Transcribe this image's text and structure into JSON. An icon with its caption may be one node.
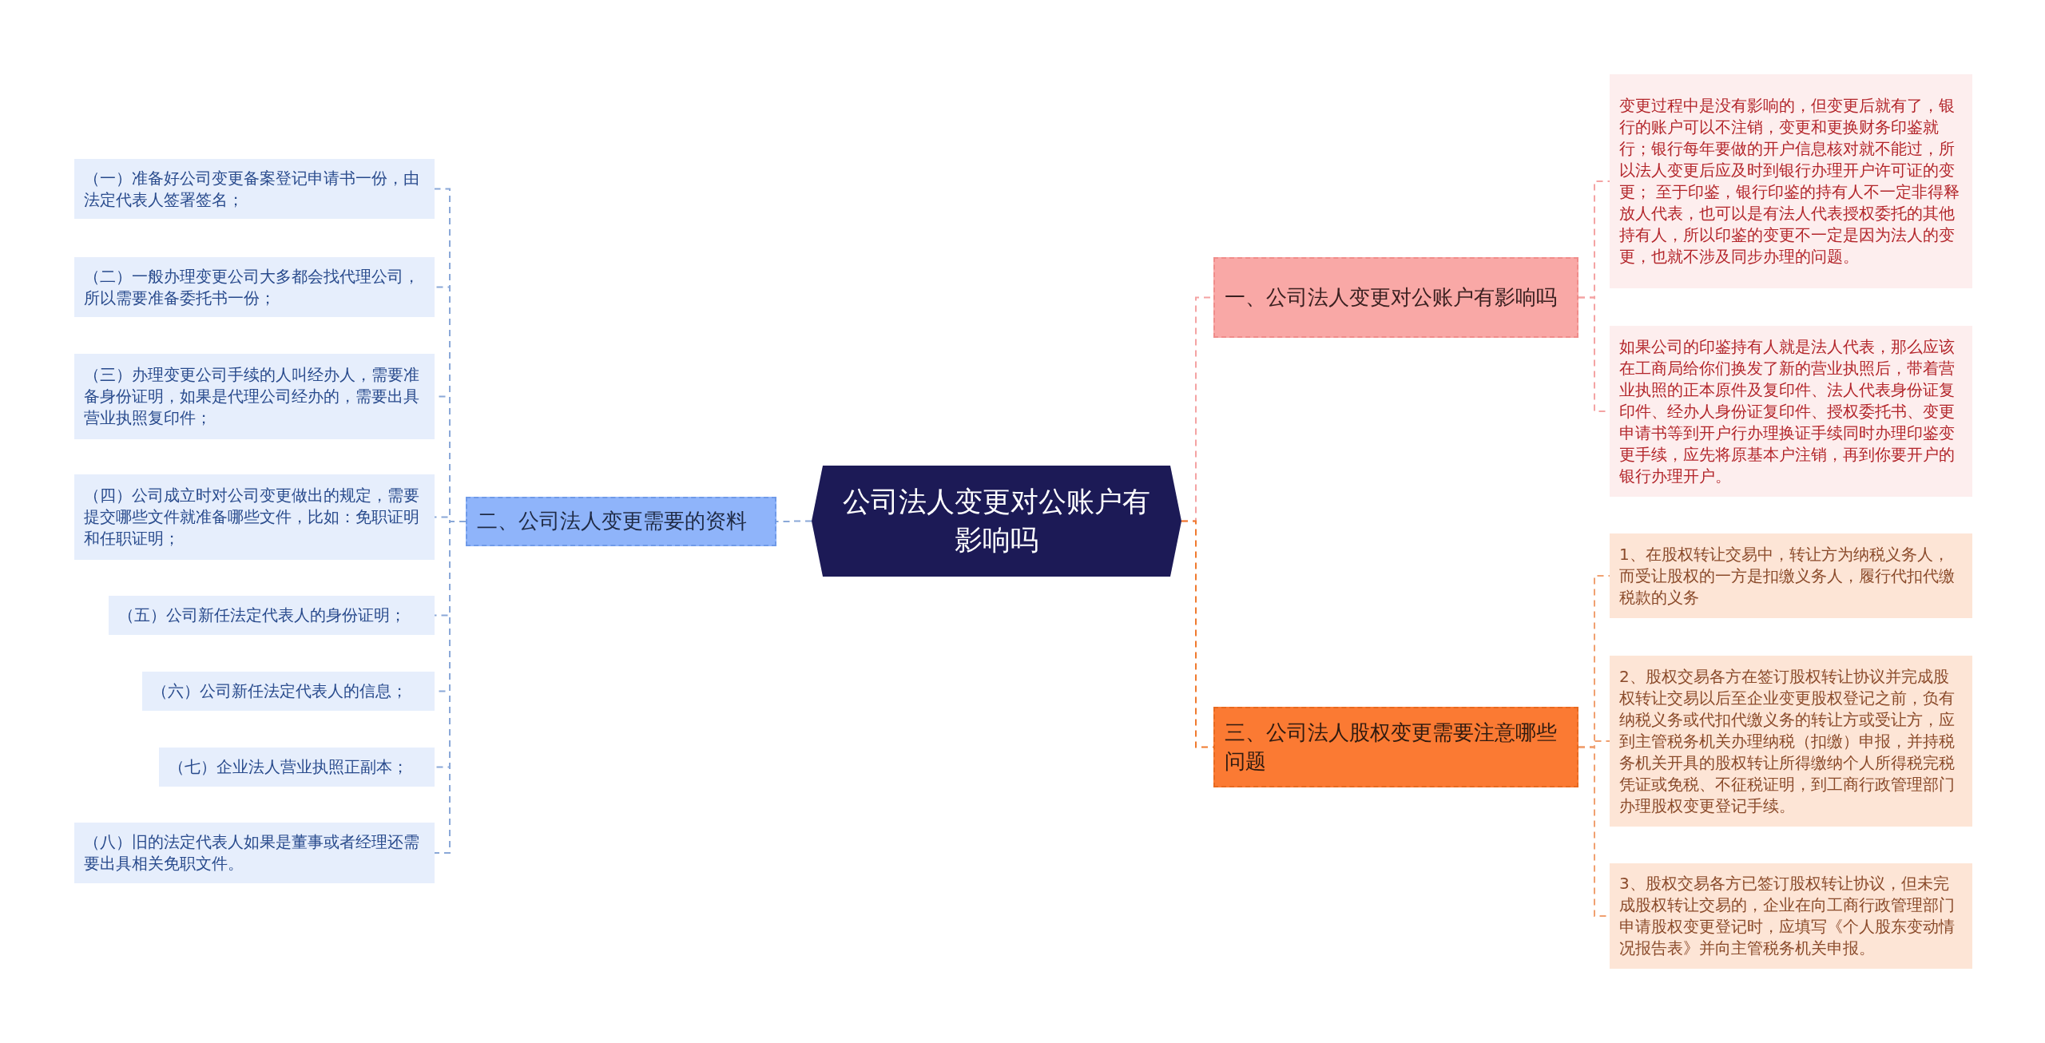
{
  "diagram": {
    "nodes": [
      {
        "text": [
          "公司法人变更对公账户有影响吗"
        ]
      },
      {
        "text": [
          "二、公司法人变更需要的资料"
        ]
      },
      {
        "text": [
          "（一）准备好公司变更备案登记申请书一份，由法定代表人签署签名；"
        ]
      },
      {
        "text": [
          "（二）一般办理变更公司大多都会找代理公司，所以需要准备委托书一份；"
        ]
      },
      {
        "text": [
          "（三）办理变更公司手续的人叫经办人，需要准备身份证明，如果是代理公司经办的，需要出具营业执照复印件；"
        ]
      },
      {
        "text": [
          "（四）公司成立时对公司变更做出的规定，需要提交哪些文件就准备哪些文件，比如：免职证明和任职证明；"
        ]
      },
      {
        "text": [
          "（五）公司新任法定代表人的身份证明；"
        ]
      },
      {
        "text": [
          "（六）公司新任法定代表人的信息；"
        ]
      },
      {
        "text": [
          "（七）企业法人营业执照正副本；"
        ]
      },
      {
        "text": [
          "（八）旧的法定代表人如果是董事或者经理还需要出具相关免职文件。"
        ]
      },
      {
        "text": [
          "一、公司法人变更对公账户有影响吗"
        ]
      },
      {
        "text": [
          "变更过程中是没有影响的，但变更后就有了，银行的账户可以不注销，变更和更换财务印鉴就行；银行每年要做的开户信息核对就不能过，所以法人变更后应及时到银行办理开户许可证的变更； 至于印鉴，银行印鉴的持有人不一定非得释放人代表，也可以是有法人代表授权委托的其他持有人，所以印鉴的变更不一定是因为法人的变更，也就不涉及同步办理的问题。"
        ]
      },
      {
        "text": [
          "如果公司的印鉴持有人就是法人代表，那么应该在工商局给你们换发了新的营业执照后，带着营业执照的正本原件及复印件、法人代表身份证复印件、经办人身份证复印件、授权委托书、变更申请书等到开户行办理换证手续同时办理印鉴变更手续，应先将原基本户注销，再到你要开户的银行办理开户。"
        ]
      },
      {
        "text": [
          "三、公司法人股权变更需要注意哪些问题"
        ]
      },
      {
        "text": [
          "1、在股权转让交易中，转让方为纳税义务人，而受让股权的一方是扣缴义务人，履行代扣代缴税款的义务"
        ]
      },
      {
        "text": [
          "2、股权交易各方在签订股权转让协议并完成股权转让交易以后至企业变更股权登记之前，负有纳税义务或代扣代缴义务的转让方或受让方，应到主管税务机关办理纳税（扣缴）申报，并持税务机关开具的股权转让所得缴纳个人所得税完税凭证或免税、不征税证明，到工商行政管理部门办理股权变更登记手续。"
        ]
      },
      {
        "text": [
          "3、股权交易各方已签订股权转让协议，但未完成股权转让交易的，企业在向工商行政管理部门申请股权变更登记时，应填写《个人股东变动情况报告表》并向主管税务机关申报。"
        ]
      }
    ],
    "edges": [
      {
        "from": 0,
        "to": 1,
        "arrow": "none"
      },
      {
        "from": 1,
        "to": 2,
        "arrow": "none"
      },
      {
        "from": 1,
        "to": 3,
        "arrow": "none"
      },
      {
        "from": 1,
        "to": 4,
        "arrow": "none"
      },
      {
        "from": 1,
        "to": 5,
        "arrow": "none"
      },
      {
        "from": 1,
        "to": 6,
        "arrow": "none"
      },
      {
        "from": 1,
        "to": 7,
        "arrow": "none"
      },
      {
        "from": 1,
        "to": 8,
        "arrow": "none"
      },
      {
        "from": 1,
        "to": 9,
        "arrow": "none"
      },
      {
        "from": 0,
        "to": 10,
        "arrow": "none",
        "color": "#f4a3a3"
      },
      {
        "from": 10,
        "to": 11,
        "arrow": "none",
        "color": "#f4a3a3"
      },
      {
        "from": 10,
        "to": 12,
        "arrow": "none",
        "color": "#f4a3a3"
      },
      {
        "from": 0,
        "to": 13,
        "arrow": "none",
        "color": "#f07a2e"
      },
      {
        "from": 13,
        "to": 14,
        "arrow": "none",
        "color": "#f0a070"
      },
      {
        "from": 13,
        "to": 15,
        "arrow": "none",
        "color": "#f0a070"
      },
      {
        "from": 13,
        "to": 16,
        "arrow": "none",
        "color": "#f0a070"
      }
    ]
  }
}
